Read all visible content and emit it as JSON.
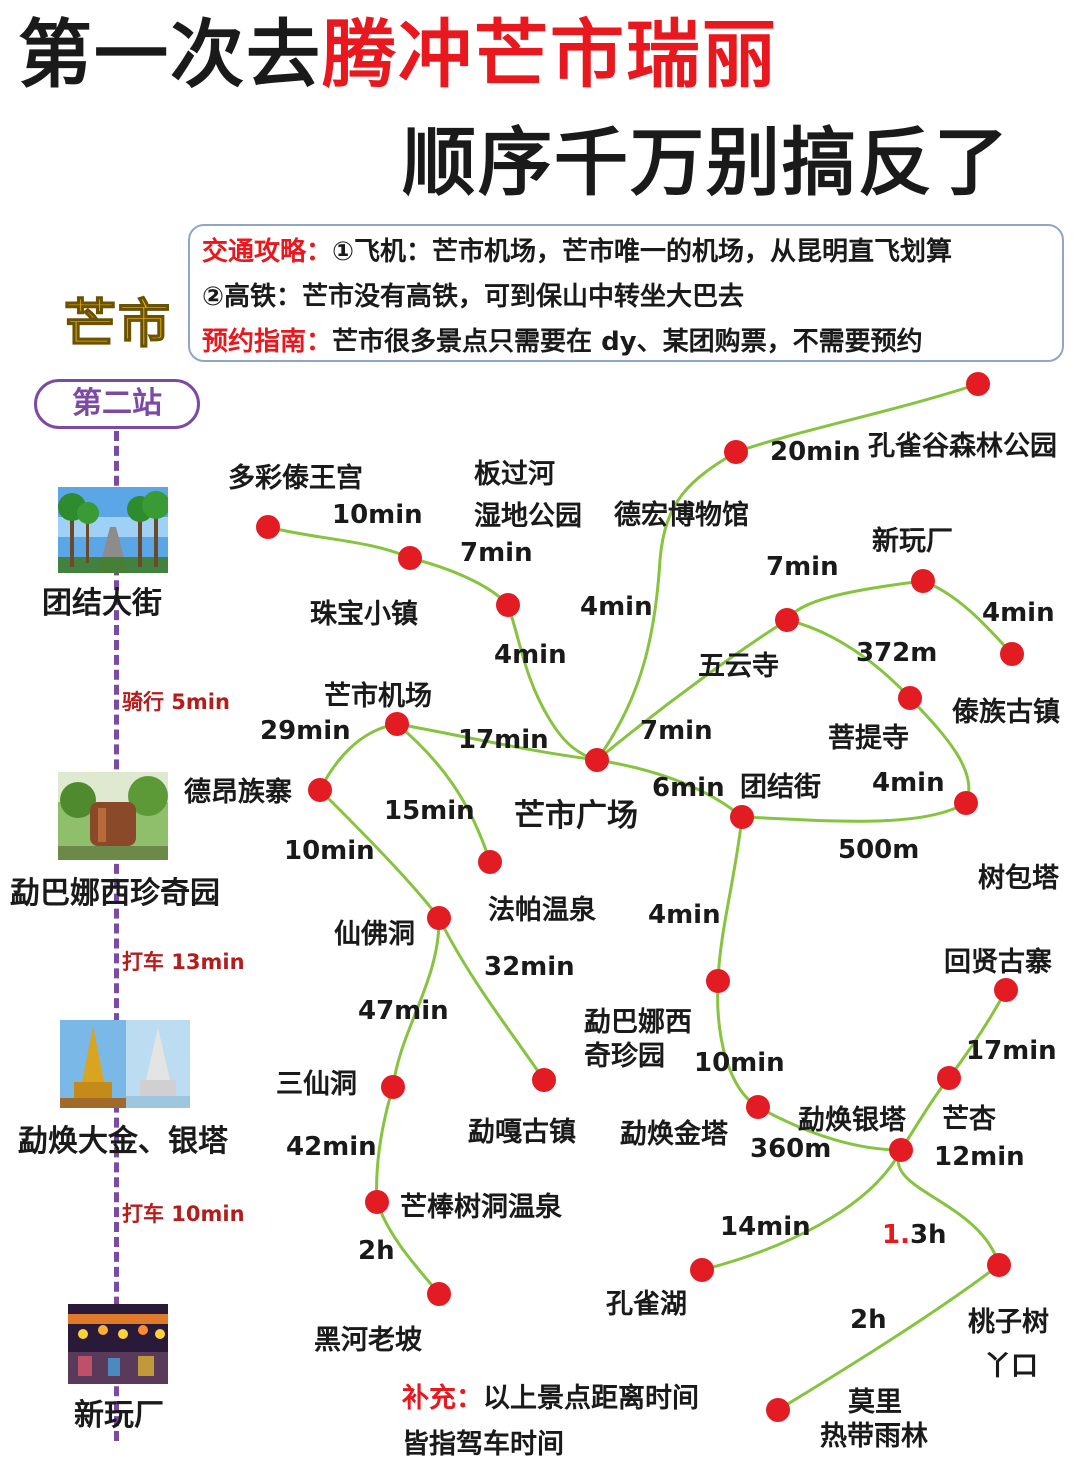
{
  "title": {
    "line1_black": "第一次去",
    "line1_red": "腾冲芒市瑞丽",
    "line2": "顺序千万别搞反了"
  },
  "info": {
    "traffic_label": "交通攻略：",
    "plane": "①飞机：芒市机场，芒市唯一的机场，从昆明直飞划算",
    "train": "②高铁：芒市没有高铁，可到保山中转坐大巴去",
    "booking_label": "预约指南：",
    "booking": "芒市很多景点只需要在 dy、某团购票，不需要预约"
  },
  "city": "芒市",
  "station": "第二站",
  "itinerary": {
    "stops": [
      "团结大街",
      "勐巴娜西珍奇园",
      "勐焕大金、银塔",
      "新玩厂"
    ],
    "travel": [
      "骑行 5min",
      "打车 13min",
      "打车 10min"
    ]
  },
  "map": {
    "places": {
      "kongque_gu": "孔雀谷森林公园",
      "dehong_museum": "德宏博物馆",
      "banguohe_1": "板过河",
      "banguohe_2": "湿地公园",
      "duocai": "多彩傣王宫",
      "zhubao": "珠宝小镇",
      "xinwanchang": "新玩厂",
      "wuyunsi": "五云寺",
      "daizu": "傣族古镇",
      "putisi": "菩提寺",
      "airport": "芒市机场",
      "deang": "德昂族寨",
      "square": "芒市广场",
      "tuanjiejie": "团结街",
      "shubaota": "树包塔",
      "fapa": "法帕温泉",
      "xianfo": "仙佛洞",
      "huixian": "回贤古寨",
      "mengbanaxi_1": "勐巴娜西",
      "mengbanaxi_2": "奇珍园",
      "sanxian": "三仙洞",
      "mengga": "勐嘎古镇",
      "jinta": "勐焕金塔",
      "yinta": "勐焕银塔",
      "mangxing": "芒杏",
      "mangbang": "芒棒树洞温泉",
      "kongque_hu": "孔雀湖",
      "taozi_1": "桃子树",
      "taozi_2": "丫口",
      "heihe": "黑河老坡",
      "moli_1": "莫里",
      "moli_2": "热带雨林"
    },
    "times": {
      "t20": "20min",
      "t10a": "10min",
      "t7a": "7min",
      "t7b": "7min",
      "t4a": "4min",
      "t4b": "4min",
      "t4c": "4min",
      "t372": "372m",
      "t29": "29min",
      "t17a": "17min",
      "t7c": "7min",
      "t6": "6min",
      "t4d": "4min",
      "t15": "15min",
      "t10b": "10min",
      "t500": "500m",
      "t4e": "4min",
      "t32": "32min",
      "t47": "47min",
      "t17b": "17min",
      "t10c": "10min",
      "t360": "360m",
      "t12": "12min",
      "t42": "42min",
      "t14": "14min",
      "t13h_a": "1.",
      "t13h_b": "3h",
      "t2a": "2h",
      "t2b": "2h"
    },
    "colors": {
      "route": "#86c440",
      "point": "#e31b23"
    }
  },
  "note": {
    "label": "补充：",
    "line1": "以上景点距离时间",
    "line2": "皆指驾车时间"
  }
}
